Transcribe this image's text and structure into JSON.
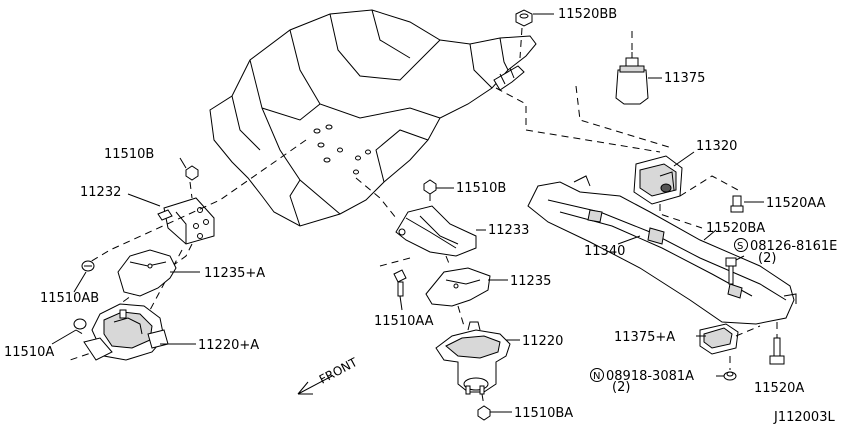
{
  "labels": {
    "p11520BB": "11520BB",
    "p11375": "11375",
    "p11320": "11320",
    "p11520AA": "11520AA",
    "p11520BA": "11520BA",
    "p08126": "08126-8161E",
    "p08126_qty": "(2)",
    "s_symbol": "S",
    "p11340": "11340",
    "p11510B_left": "11510B",
    "p11510B_mid": "11510B",
    "p11232": "11232",
    "p11233": "11233",
    "p11235": "11235",
    "p11235A": "11235+A",
    "p11510AB": "11510AB",
    "p11510AA": "11510AA",
    "p11510A": "11510A",
    "p11220A": "11220+A",
    "p11220": "11220",
    "p11375A": "11375+A",
    "p08918": "08918-3081A",
    "p08918_qty": "(2)",
    "n_symbol": "N",
    "p11520A": "11520A",
    "p11510BA": "11510BA",
    "front": "FRONT",
    "diagram_id": "J112003L"
  }
}
